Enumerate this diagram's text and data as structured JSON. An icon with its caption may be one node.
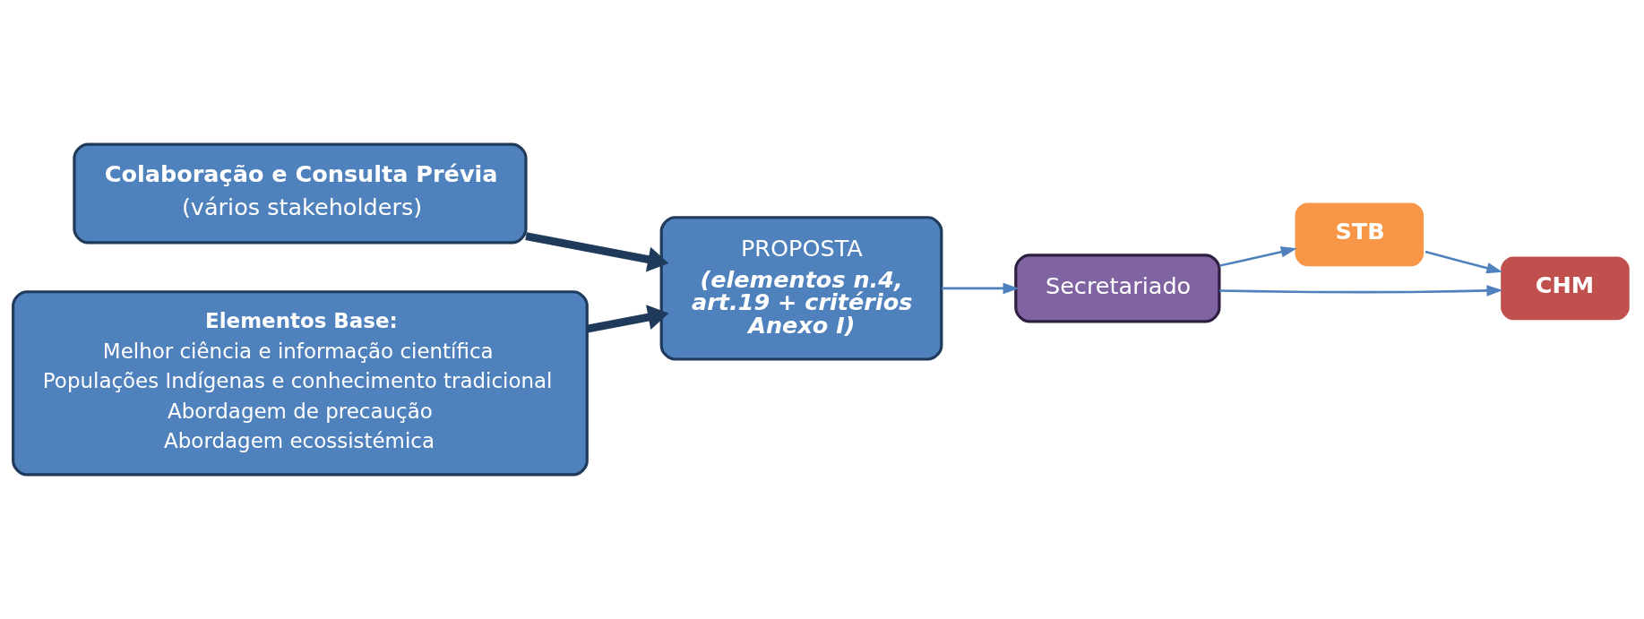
{
  "diagram": {
    "nodes": [
      {
        "text": [
          "Colaboração e Consulta Prévia",
          "(vários stakeholders)"
        ]
      },
      {
        "text": [
          "Elementos Base:",
          "Melhor ciência e informação científica",
          "Populações Indígenas e conhecimento tradicional",
          "Abordagem de precaução",
          "Abordagem ecossistémica"
        ]
      },
      {
        "text": [
          "PROPOSTA",
          "(elementos n.4, art.19 + critérios Anexo I)"
        ]
      },
      {
        "text": [
          "Secretariado"
        ]
      },
      {
        "text": [
          "STB"
        ]
      },
      {
        "text": [
          "CHM"
        ]
      }
    ],
    "edges": [
      {
        "from": 0,
        "to": 2,
        "arrow": "to",
        "style": "thick",
        "color": "#1f3a5a"
      },
      {
        "from": 1,
        "to": 2,
        "arrow": "to",
        "style": "thick",
        "color": "#1f3a5a"
      },
      {
        "from": 2,
        "to": 3,
        "arrow": "to"
      },
      {
        "from": 3,
        "to": 4,
        "arrow": "to"
      },
      {
        "from": 3,
        "to": 5,
        "arrow": "to"
      },
      {
        "from": 4,
        "to": 5,
        "arrow": "to"
      }
    ]
  }
}
